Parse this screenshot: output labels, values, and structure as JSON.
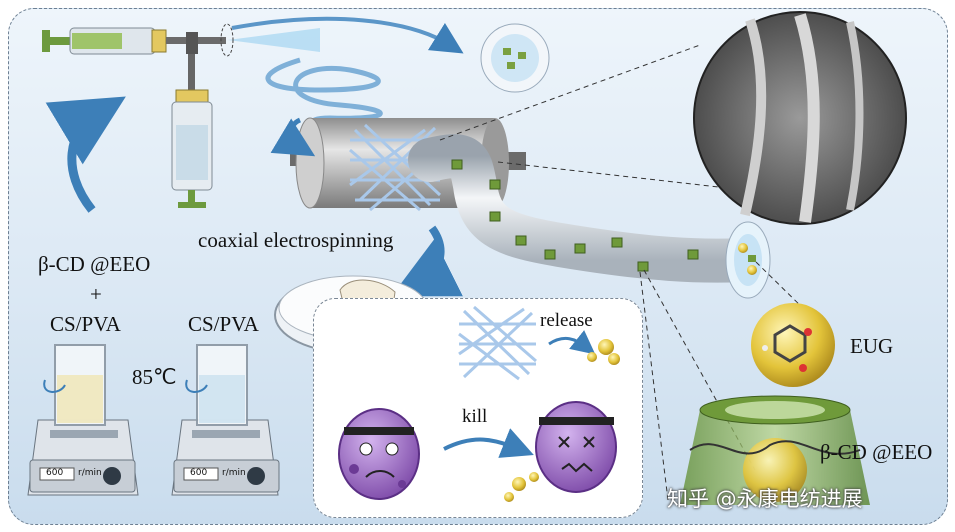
{
  "labels": {
    "process": "coaxial electrospinning",
    "shell_solution_1": "β-CD @EEO",
    "plus": "+",
    "shell_solution_2": "CS/PVA",
    "core_solution": "CS/PVA",
    "temperature": "85℃",
    "release": "release",
    "kill": "kill",
    "compound": "EUG",
    "inclusion_complex": "β-CD @EEO",
    "stirrer_speed_1": "600",
    "stirrer_unit_1": "r/min",
    "stirrer_speed_2": "600",
    "stirrer_unit_2": "r/min"
  },
  "watermark": "知乎 @永康电纺进展",
  "colors": {
    "background_top": "#eef5fb",
    "background_bottom": "#c9dced",
    "arrow_blue": "#3d7fb8",
    "bacteria_purple": "#9a6cc0",
    "capsule_green": "#6f9a3a",
    "fiber_silver": "#c7ccd3",
    "eug_gold": "#e0c23a"
  },
  "icons": [
    "syringe-icon",
    "rotating-collector-icon",
    "fiber-mat-icon",
    "petri-dish-icon",
    "beaker-icon",
    "magnetic-stirrer-icon",
    "bacteria-icon",
    "sem-image-icon",
    "eug-molecule-icon",
    "cyclodextrin-cone-icon"
  ]
}
